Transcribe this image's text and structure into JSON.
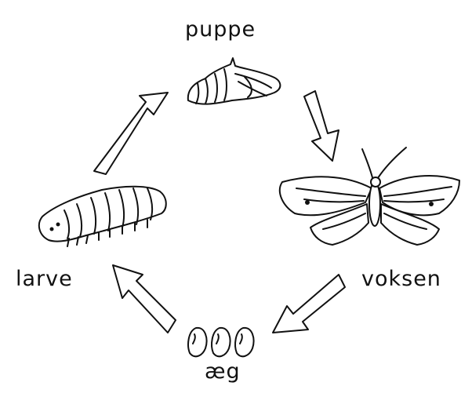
{
  "diagram": {
    "stages": {
      "pupa": "puppe",
      "adult": "voksen",
      "larva": "larve",
      "egg": "æg"
    },
    "arrow_count": 4
  },
  "icons": [
    "pupa-drawing",
    "butterfly-drawing",
    "caterpillar-drawing",
    "eggs-drawing"
  ],
  "colors": {
    "ink": "#111111",
    "background": "#ffffff"
  }
}
